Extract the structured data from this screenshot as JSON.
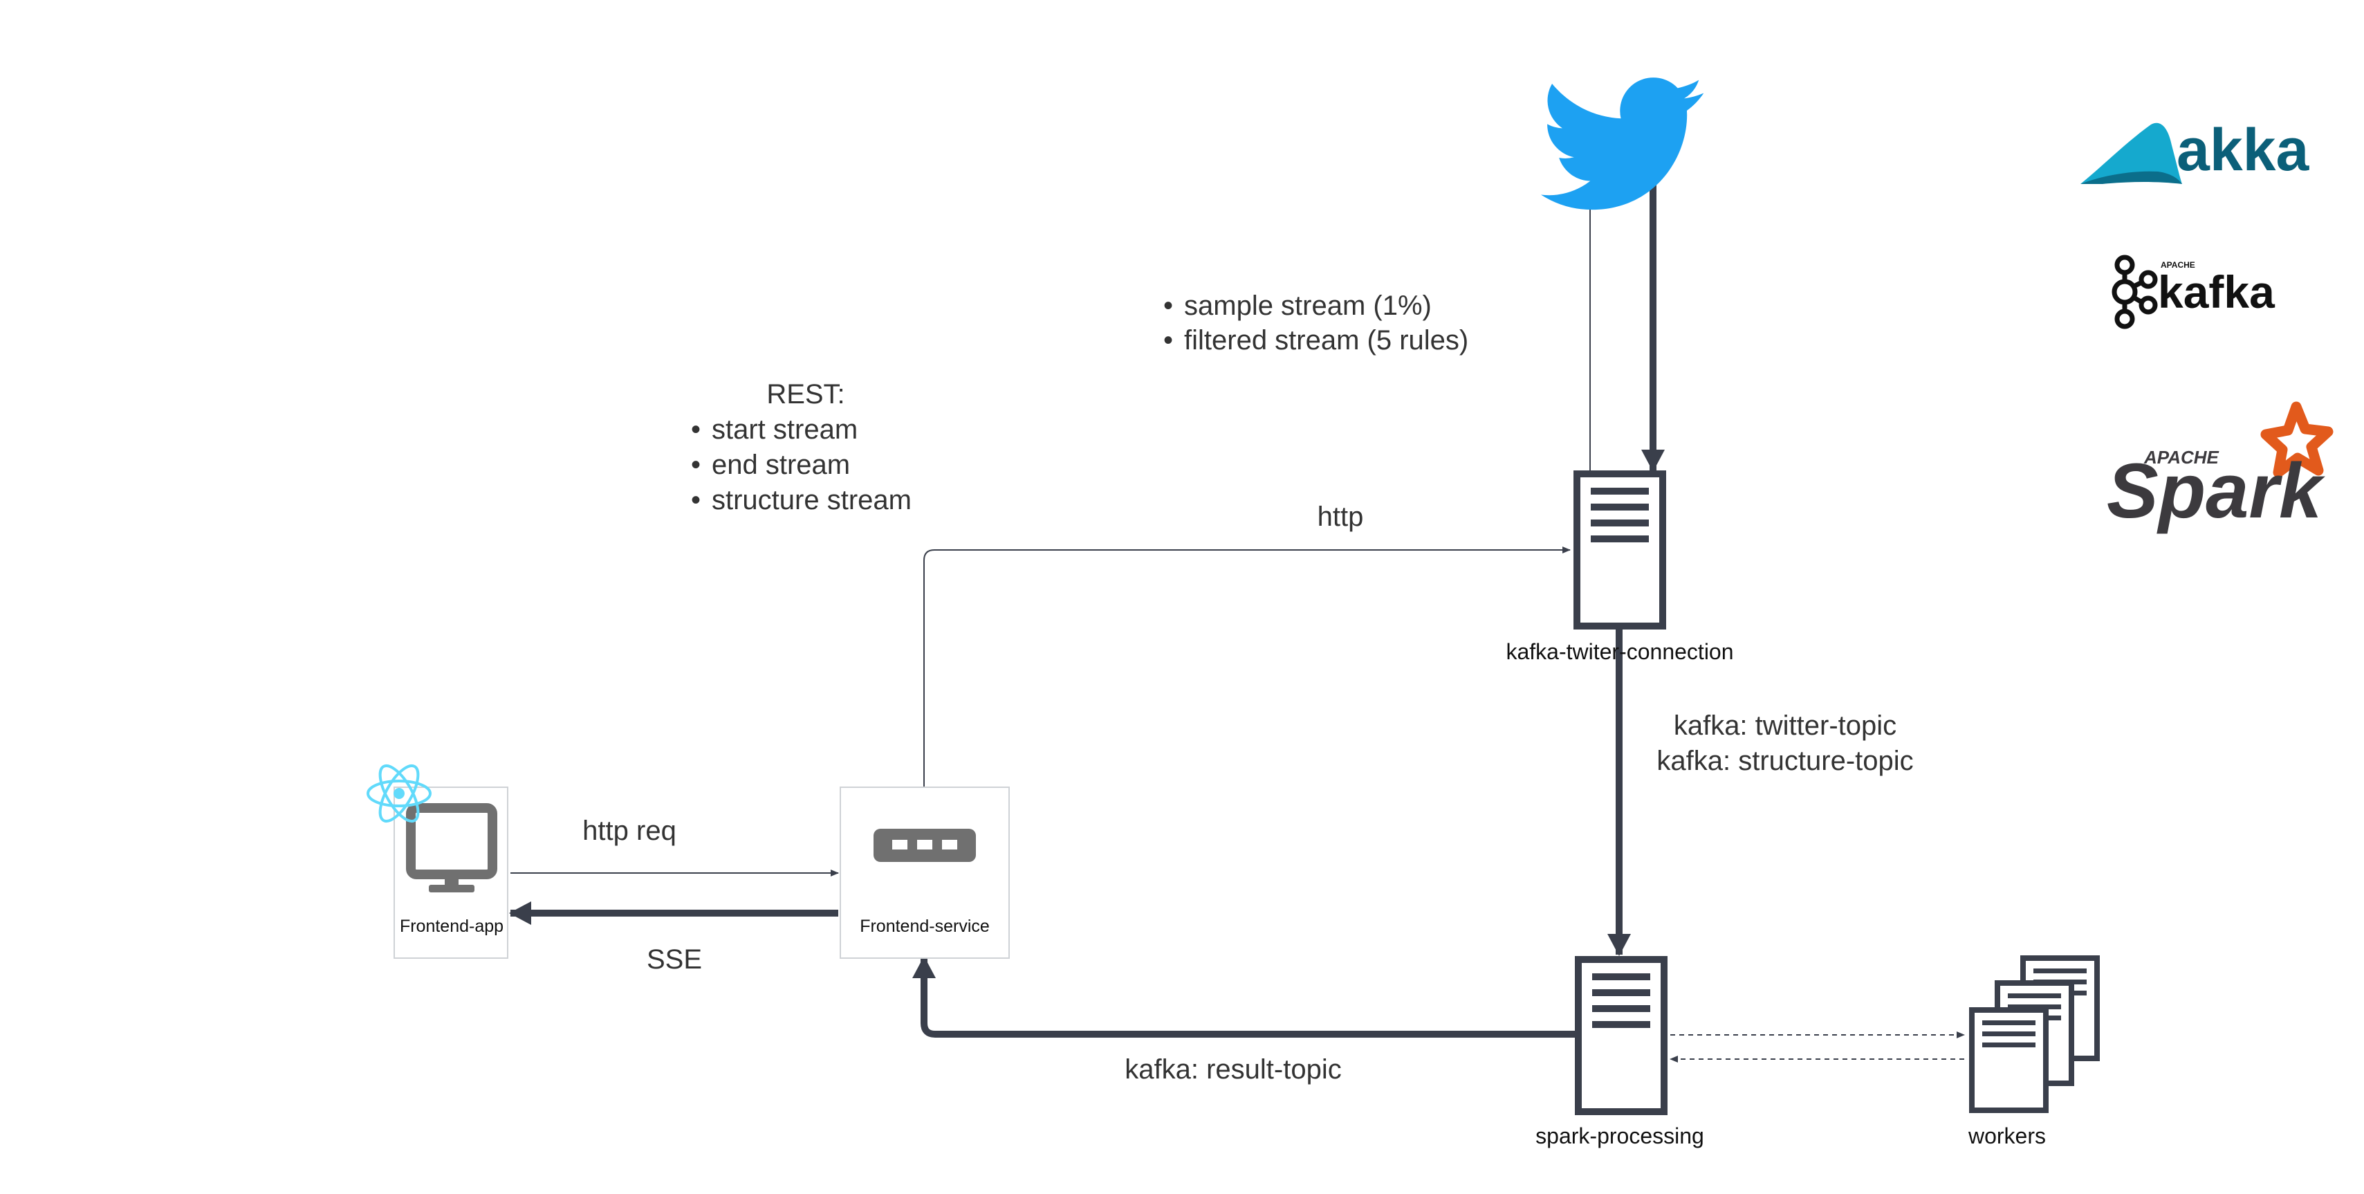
{
  "labels": {
    "sample_stream": "sample stream (1%)",
    "filtered_stream": "filtered stream (5 rules)",
    "rest_title": "REST:",
    "start_stream": "start stream",
    "end_stream": "end stream",
    "structure_stream": "structure stream",
    "http": "http",
    "http_req": "http req",
    "sse": "SSE",
    "kafka_twitter_topic": "kafka: twitter-topic",
    "kafka_structure_topic": "kafka: structure-topic",
    "kafka_result_topic": "kafka: result-topic",
    "bullet": "•"
  },
  "nodes": {
    "kafka_twitter_connection": "kafka-twiter-connection",
    "spark_processing": "spark-processing",
    "workers": "workers",
    "frontend_app": "Frontend-app",
    "frontend_service": "Frontend-service"
  },
  "logos": {
    "akka": "akka",
    "kafka": "kafka",
    "kafka_apache": "APACHE",
    "spark": "Spark",
    "spark_apache": "APACHE"
  },
  "icons": {
    "twitter": "twitter-bird-icon",
    "react": "react-atom-icon",
    "monitor": "monitor-icon",
    "server": "server-icon",
    "service": "service-icon"
  },
  "colors": {
    "line": "#3a3f4b",
    "text": "#333333",
    "twitter": "#1da1f2",
    "react": "#61dafb",
    "akka": "#15a9ce",
    "spark": "#e25a1c"
  }
}
